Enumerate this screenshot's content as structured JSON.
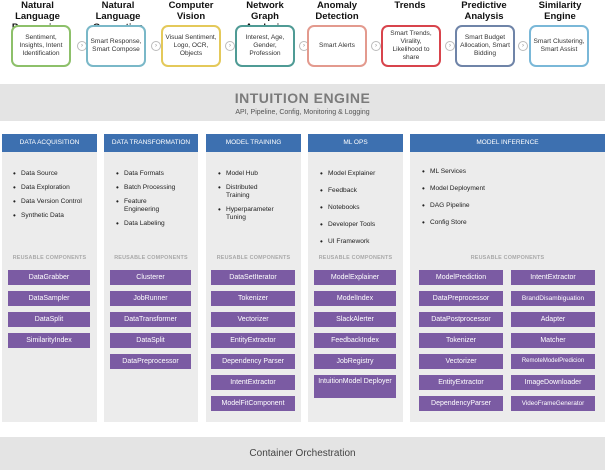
{
  "capabilities": [
    {
      "title": "Natural Language Processing",
      "text": "Sentiment, Insights, Intent Identification",
      "color": "#8dc06a"
    },
    {
      "title": "Natural Language Generation",
      "text": "Smart Response, Smart Compose",
      "color": "#7ab8c8"
    },
    {
      "title": "Computer Vision",
      "text": "Visual Sentiment, Logo, OCR, Objects",
      "color": "#e4c95a"
    },
    {
      "title": "Network Graph Analysis",
      "text": "Interest, Age, Gender, Profession",
      "color": "#4f9b95"
    },
    {
      "title": "Anomaly Detection",
      "text": "Smart Alerts",
      "color": "#e39a8e"
    },
    {
      "title": "Trends",
      "text": "Smart Trends, Virality, Likelihood to share",
      "color": "#d8444c"
    },
    {
      "title": "Predictive Analysis",
      "text": "Smart Budget Allocation, Smart Bidding",
      "color": "#6f84a8"
    },
    {
      "title": "Similarity Engine",
      "text": "Smart Clustering, Smart Assist",
      "color": "#7ab8d8"
    }
  ],
  "engine": {
    "title": "INTUITION ENGINE",
    "subtitle": "API, Pipeline, Config, Monitoring & Logging"
  },
  "reusable_label": "REUSABLE COMPONENTS",
  "columns": [
    {
      "header": "DATA ACQUISITION",
      "bullets": [
        "Data Source",
        "Data Exploration",
        "Data Version Control",
        "Synthetic Data"
      ],
      "components": [
        "DataGrabber",
        "DataSampler",
        "DataSplit",
        "SimilarityIndex"
      ]
    },
    {
      "header": "DATA TRANSFORMATION",
      "bullets": [
        "Data Formats",
        "Batch Processing",
        "Feature Engineering",
        "Data Labeling"
      ],
      "components": [
        "Clusterer",
        "JobRunner",
        "DataTransformer",
        "DataSplit",
        "DataPreprocessor"
      ]
    },
    {
      "header": "MODEL TRAINING",
      "bullets": [
        "Model Hub",
        "Distributed Training",
        "Hyperparameter Tuning"
      ],
      "components": [
        "DataSetIterator",
        "Tokenizer",
        "Vectorizer",
        "EntityExtractor",
        "Dependency Parser",
        "IntentExtractor",
        "ModelFitComponent"
      ]
    },
    {
      "header": "ML OPS",
      "bullets": [
        "Model Explainer",
        "Feedback",
        "Notebooks",
        "Developer Tools",
        "UI Framework"
      ],
      "components": [
        "ModelExplainer",
        "ModelIndex",
        "SlackAlerter",
        "FeedbackIndex",
        "JobRegistry",
        "IntuitionModel Deployer"
      ]
    },
    {
      "header": "MODEL INFERENCE",
      "bullets": [
        "ML Services",
        "Model Deployment",
        "DAG Pipeline",
        "Config Store"
      ],
      "components_left": [
        "ModelPrediction",
        "DataPreprocessor",
        "DataPostprocessor",
        "Tokenizer",
        "Vectorizer",
        "EntityExtractor",
        "DependencyParser"
      ],
      "components_right": [
        "IntentExtractor",
        "BrandDisambiguation",
        "Adapter",
        "Matcher",
        "RemoteModelPredicion",
        "ImageDownloader",
        "VideoFrameGenerator"
      ]
    }
  ],
  "footer": "Container Orchestration"
}
